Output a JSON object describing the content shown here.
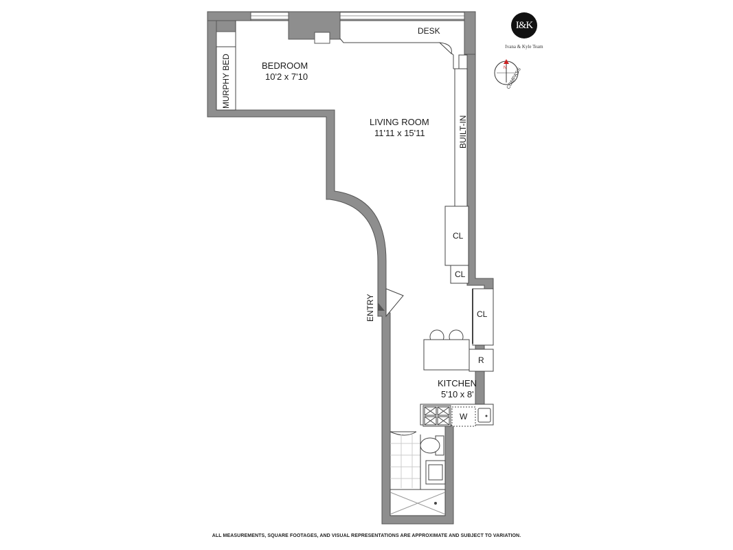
{
  "logo": {
    "monogram": "I&K",
    "team": "Ivana & Kyle Team"
  },
  "compass": {
    "label": "COMPASS",
    "north": "N"
  },
  "rooms": {
    "bedroom": {
      "name": "BEDROOM",
      "dims": "10'2 x 7'10"
    },
    "living_room": {
      "name": "LIVING ROOM",
      "dims": "11'11 x 15'11"
    },
    "kitchen": {
      "name": "KITCHEN",
      "dims": "5'10 x 8'"
    }
  },
  "fixtures": {
    "murphy_bed": "MURPHY BED",
    "desk": "DESK",
    "built_in": "BUILT-IN",
    "closet_1": "CL",
    "closet_2": "CL",
    "closet_3": "CL",
    "refrigerator": "R",
    "washer": "W",
    "entry": "ENTRY"
  },
  "disclaimer": "ALL MEASUREMENTS, SQUARE FOOTAGES, AND VISUAL REPRESENTATIONS ARE APPROXIMATE AND SUBJECT TO VARIATION."
}
